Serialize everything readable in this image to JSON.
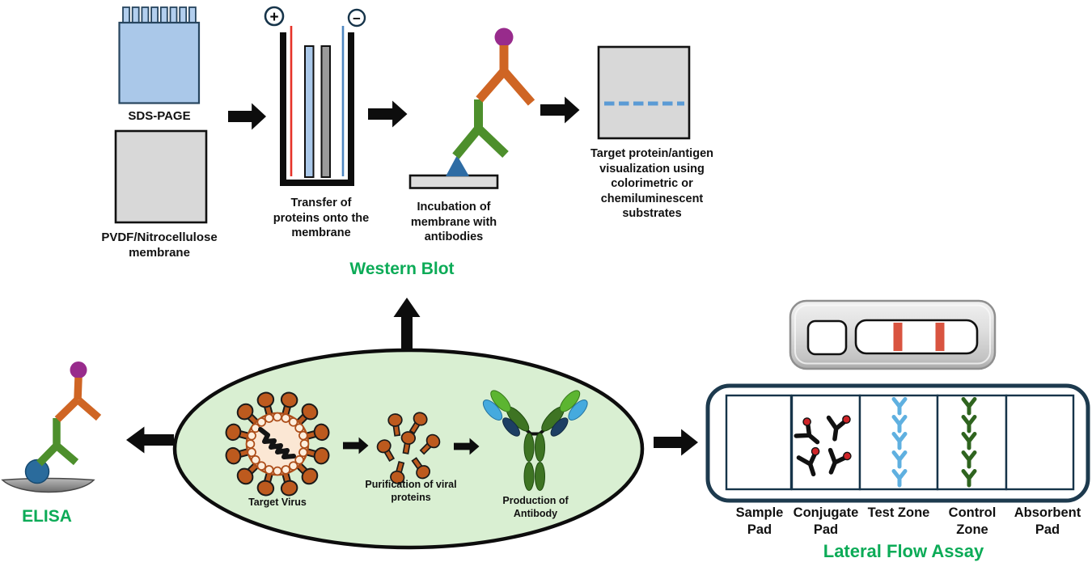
{
  "western_blot": {
    "title": "Western Blot",
    "sds_page": "SDS-PAGE",
    "membrane": "PVDF/Nitrocellulose membrane",
    "electrode_positive": "+",
    "electrode_negative": "−",
    "transfer": "Transfer of proteins onto the membrane",
    "incubation": "Incubation of membrane with antibodies",
    "visualization": "Target protein/antigen visualization using colorimetric or chemiluminescent substrates"
  },
  "antigen_preparation": {
    "target_virus": "Target Virus",
    "purification": "Purification of viral proteins",
    "production": "Production of Antibody"
  },
  "elisa": {
    "title": "ELISA"
  },
  "lateral_flow_assay": {
    "title": "Lateral Flow Assay",
    "zones": [
      "Sample Pad",
      "Conjugate Pad",
      "Test Zone",
      "Control Zone",
      "Absorbent Pad"
    ]
  },
  "colors": {
    "label_green": "#0cab57",
    "antibody_orange": "#cf6524",
    "antibody_green": "#4d8f2c",
    "enzyme_purple": "#982b8c",
    "antigen_triangle_blue": "#2e6ca4",
    "virus_rust": "#b5531c",
    "ellipse_fill": "#d9efd2",
    "gel_blue": "#aac8e9",
    "membrane_gray": "#d8d8d8",
    "test_line_red": "#d95440",
    "test_zone_blue": "#5fb0e0",
    "control_zone_green": "#2f641f",
    "strip_outline_navy": "#1d3a4e"
  }
}
